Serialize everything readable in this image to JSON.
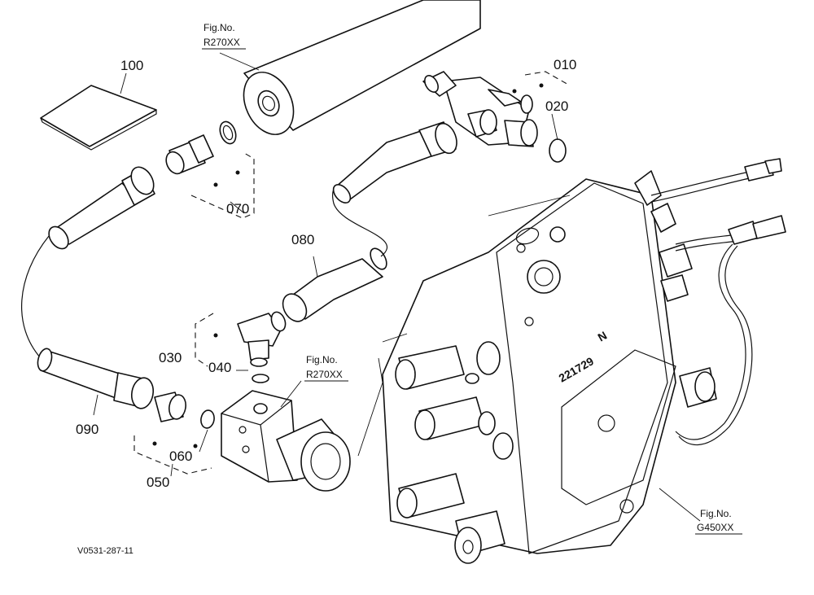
{
  "callouts": {
    "c100": "100",
    "c010": "010",
    "c020": "020",
    "c070": "070",
    "c080": "080",
    "c030": "030",
    "c040": "040",
    "c090": "090",
    "c060": "060",
    "c050": "050"
  },
  "references": {
    "fig_top_label": "Fig.No.",
    "fig_top_code": "R270XX",
    "fig_mid_label": "Fig.No.",
    "fig_mid_code": "R270XX",
    "fig_right_label": "Fig.No.",
    "fig_right_code": "G450XX"
  },
  "stamps": {
    "valve_serial": "221729",
    "valve_mark": "N"
  },
  "drawing_code": "V0531-287-11"
}
